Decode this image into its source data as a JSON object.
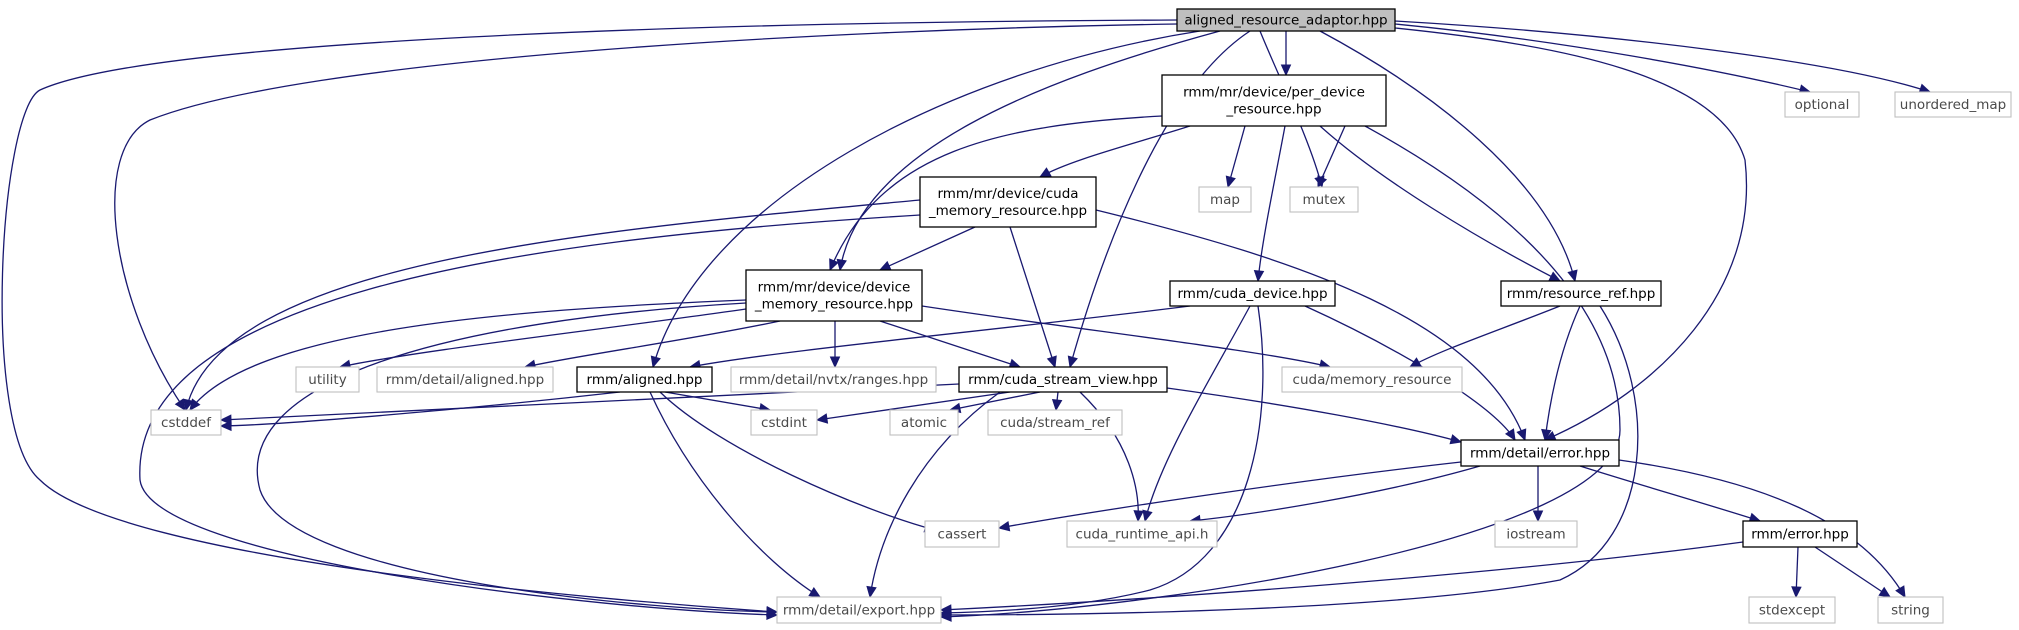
{
  "diagram": {
    "nodes": [
      {
        "id": "root",
        "lines": [
          "aligned_resource_adaptor.hpp"
        ],
        "kind": "root"
      },
      {
        "id": "perdev",
        "lines": [
          "rmm/mr/device/per_device",
          "_resource.hpp"
        ],
        "kind": "local"
      },
      {
        "id": "optional",
        "lines": [
          "optional"
        ],
        "kind": "sys"
      },
      {
        "id": "unordered_map",
        "lines": [
          "unordered_map"
        ],
        "kind": "sys"
      },
      {
        "id": "cudamr",
        "lines": [
          "rmm/mr/device/cuda",
          "_memory_resource.hpp"
        ],
        "kind": "local"
      },
      {
        "id": "map",
        "lines": [
          "map"
        ],
        "kind": "sys"
      },
      {
        "id": "mutex",
        "lines": [
          "mutex"
        ],
        "kind": "sys"
      },
      {
        "id": "devmr",
        "lines": [
          "rmm/mr/device/device",
          "_memory_resource.hpp"
        ],
        "kind": "local"
      },
      {
        "id": "cudadev",
        "lines": [
          "rmm/cuda_device.hpp"
        ],
        "kind": "local"
      },
      {
        "id": "resref",
        "lines": [
          "rmm/resource_ref.hpp"
        ],
        "kind": "local"
      },
      {
        "id": "utility",
        "lines": [
          "utility"
        ],
        "kind": "sys"
      },
      {
        "id": "detail_aligned",
        "lines": [
          "rmm/detail/aligned.hpp"
        ],
        "kind": "sys"
      },
      {
        "id": "aligned",
        "lines": [
          "rmm/aligned.hpp"
        ],
        "kind": "local"
      },
      {
        "id": "nvtx",
        "lines": [
          "rmm/detail/nvtx/ranges.hpp"
        ],
        "kind": "sys"
      },
      {
        "id": "csv",
        "lines": [
          "rmm/cuda_stream_view.hpp"
        ],
        "kind": "local"
      },
      {
        "id": "cudamem",
        "lines": [
          "cuda/memory_resource"
        ],
        "kind": "sys"
      },
      {
        "id": "cstddef",
        "lines": [
          "cstddef"
        ],
        "kind": "sys"
      },
      {
        "id": "cstdint",
        "lines": [
          "cstdint"
        ],
        "kind": "sys"
      },
      {
        "id": "atomic",
        "lines": [
          "atomic"
        ],
        "kind": "sys"
      },
      {
        "id": "streamref",
        "lines": [
          "cuda/stream_ref"
        ],
        "kind": "sys"
      },
      {
        "id": "error_detail",
        "lines": [
          "rmm/detail/error.hpp"
        ],
        "kind": "local"
      },
      {
        "id": "cassert",
        "lines": [
          "cassert"
        ],
        "kind": "sys"
      },
      {
        "id": "cudart",
        "lines": [
          "cuda_runtime_api.h"
        ],
        "kind": "sys"
      },
      {
        "id": "iostream",
        "lines": [
          "iostream"
        ],
        "kind": "sys"
      },
      {
        "id": "rmm_error",
        "lines": [
          "rmm/error.hpp"
        ],
        "kind": "local"
      },
      {
        "id": "stdexcept",
        "lines": [
          "stdexcept"
        ],
        "kind": "sys"
      },
      {
        "id": "string",
        "lines": [
          "string"
        ],
        "kind": "sys"
      },
      {
        "id": "export",
        "lines": [
          "rmm/detail/export.hpp"
        ],
        "kind": "sys"
      }
    ],
    "edges": [
      [
        "root",
        "perdev"
      ],
      [
        "root",
        "optional"
      ],
      [
        "root",
        "unordered_map"
      ],
      [
        "root",
        "mutex"
      ],
      [
        "root",
        "resref"
      ],
      [
        "root",
        "error_detail"
      ],
      [
        "root",
        "csv"
      ],
      [
        "root",
        "devmr"
      ],
      [
        "root",
        "aligned"
      ],
      [
        "root",
        "cstddef"
      ],
      [
        "root",
        "export"
      ],
      [
        "perdev",
        "cudamr"
      ],
      [
        "perdev",
        "devmr"
      ],
      [
        "perdev",
        "map"
      ],
      [
        "perdev",
        "mutex"
      ],
      [
        "perdev",
        "cudadev"
      ],
      [
        "perdev",
        "resref"
      ],
      [
        "perdev",
        "export"
      ],
      [
        "cudamr",
        "devmr"
      ],
      [
        "cudamr",
        "csv"
      ],
      [
        "cudamr",
        "error_detail"
      ],
      [
        "cudamr",
        "cstddef"
      ],
      [
        "cudamr",
        "export"
      ],
      [
        "devmr",
        "utility"
      ],
      [
        "devmr",
        "detail_aligned"
      ],
      [
        "devmr",
        "nvtx"
      ],
      [
        "devmr",
        "csv"
      ],
      [
        "devmr",
        "cudamem"
      ],
      [
        "devmr",
        "cstddef"
      ],
      [
        "devmr",
        "export"
      ],
      [
        "cudadev",
        "aligned"
      ],
      [
        "cudadev",
        "error_detail"
      ],
      [
        "cudadev",
        "cudart"
      ],
      [
        "cudadev",
        "export"
      ],
      [
        "resref",
        "cudamem"
      ],
      [
        "resref",
        "error_detail"
      ],
      [
        "resref",
        "export"
      ],
      [
        "aligned",
        "cstddef"
      ],
      [
        "aligned",
        "cstdint"
      ],
      [
        "aligned",
        "cassert"
      ],
      [
        "aligned",
        "export"
      ],
      [
        "csv",
        "cstddef"
      ],
      [
        "csv",
        "cstdint"
      ],
      [
        "csv",
        "atomic"
      ],
      [
        "csv",
        "streamref"
      ],
      [
        "csv",
        "cudart"
      ],
      [
        "csv",
        "error_detail"
      ],
      [
        "csv",
        "export"
      ],
      [
        "error_detail",
        "cassert"
      ],
      [
        "error_detail",
        "cudart"
      ],
      [
        "error_detail",
        "iostream"
      ],
      [
        "error_detail",
        "rmm_error"
      ],
      [
        "error_detail",
        "string"
      ],
      [
        "rmm_error",
        "stdexcept"
      ],
      [
        "rmm_error",
        "string"
      ],
      [
        "rmm_error",
        "export"
      ]
    ]
  }
}
